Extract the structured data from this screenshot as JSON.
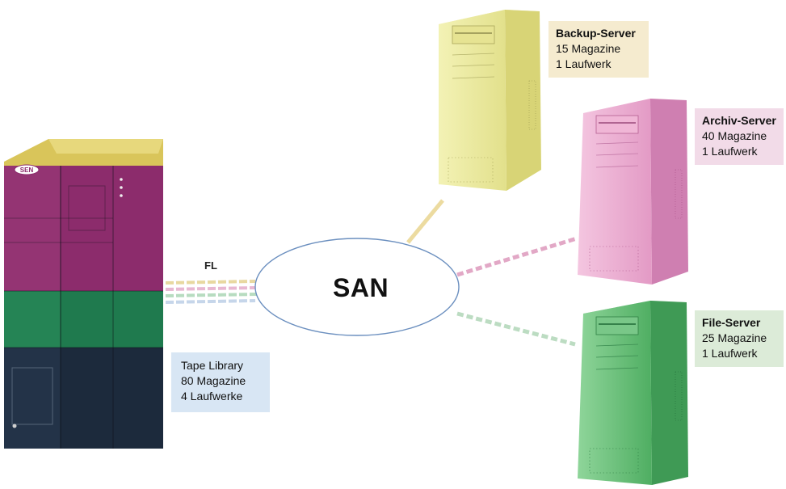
{
  "diagram": {
    "san_label": "SAN",
    "link_label": "FL",
    "tape_library": {
      "brand": "SEN",
      "name": "Tape Library",
      "magazines": "80 Magazine",
      "drives": "4 Laufwerke"
    },
    "servers": [
      {
        "name": "Backup-Server",
        "magazines": "15 Magazine",
        "drives": "1 Laufwerk",
        "color": "#ecec9c"
      },
      {
        "name": "Archiv-Server",
        "magazines": "40 Magazine",
        "drives": "1 Laufwerk",
        "color": "#e7a6cd"
      },
      {
        "name": "File-Server",
        "magazines": "25 Magazine",
        "drives": "1 Laufwerk",
        "color": "#5fbc6d"
      }
    ],
    "colors": {
      "tape_top": "#d9c55a",
      "tape_magenta": "#8c2c6c",
      "tape_green": "#1f7a4e",
      "tape_navy": "#1c2a3c",
      "san_outline": "#6b8fbf"
    }
  }
}
